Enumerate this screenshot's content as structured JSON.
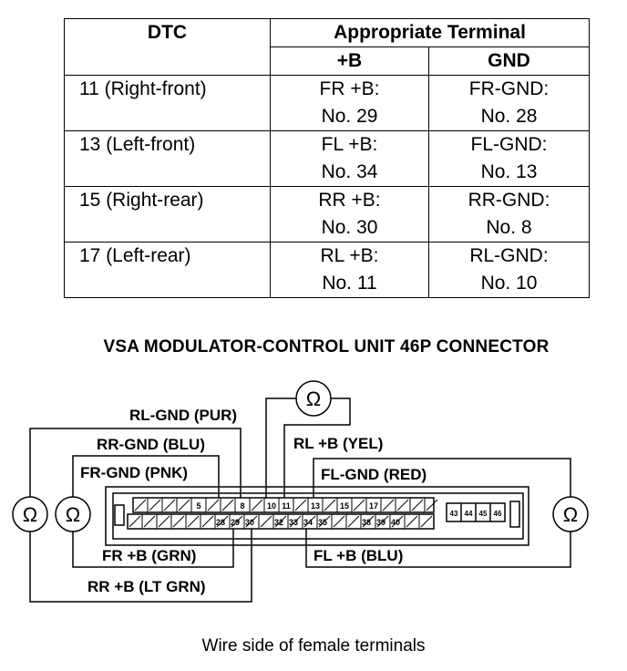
{
  "table": {
    "headers": {
      "dtc": "DTC",
      "terminal": "Appropriate Terminal",
      "plus_b": "+B",
      "gnd": "GND"
    },
    "rows": [
      {
        "dtc": "11 (Right-front)",
        "plus_b_line1": "FR +B:",
        "plus_b_line2": "No. 29",
        "gnd_line1": "FR-GND:",
        "gnd_line2": "No. 28"
      },
      {
        "dtc": "13 (Left-front)",
        "plus_b_line1": "FL +B:",
        "plus_b_line2": "No. 34",
        "gnd_line1": "FL-GND:",
        "gnd_line2": "No. 13"
      },
      {
        "dtc": "15 (Right-rear)",
        "plus_b_line1": "RR +B:",
        "plus_b_line2": "No. 30",
        "gnd_line1": "RR-GND:",
        "gnd_line2": "No. 8"
      },
      {
        "dtc": "17 (Left-rear)",
        "plus_b_line1": "RL +B:",
        "plus_b_line2": "No. 11",
        "gnd_line1": "RL-GND:",
        "gnd_line2": "No. 10"
      }
    ]
  },
  "diagram": {
    "title": "VSA MODULATOR-CONTROL UNIT 46P CONNECTOR",
    "ohm_symbol": "Ω",
    "labels": {
      "rl_gnd": "RL-GND (PUR)",
      "rr_gnd": "RR-GND (BLU)",
      "fr_gnd": "FR-GND (PNK)",
      "rl_b": "RL +B (YEL)",
      "fl_gnd": "FL-GND (RED)",
      "fr_b": "FR +B (GRN)",
      "fl_b": "FL +B (BLU)",
      "rr_b": "RR +B (LT GRN)"
    },
    "top_row_numbers": [
      "5",
      "8",
      "10",
      "11",
      "13",
      "15",
      "17"
    ],
    "bottom_row_numbers": [
      "28",
      "29",
      "30",
      "32",
      "33",
      "34",
      "35",
      "38",
      "39",
      "40"
    ],
    "right_block_numbers": [
      "43",
      "44",
      "45",
      "46"
    ]
  },
  "caption": "Wire side of female terminals"
}
